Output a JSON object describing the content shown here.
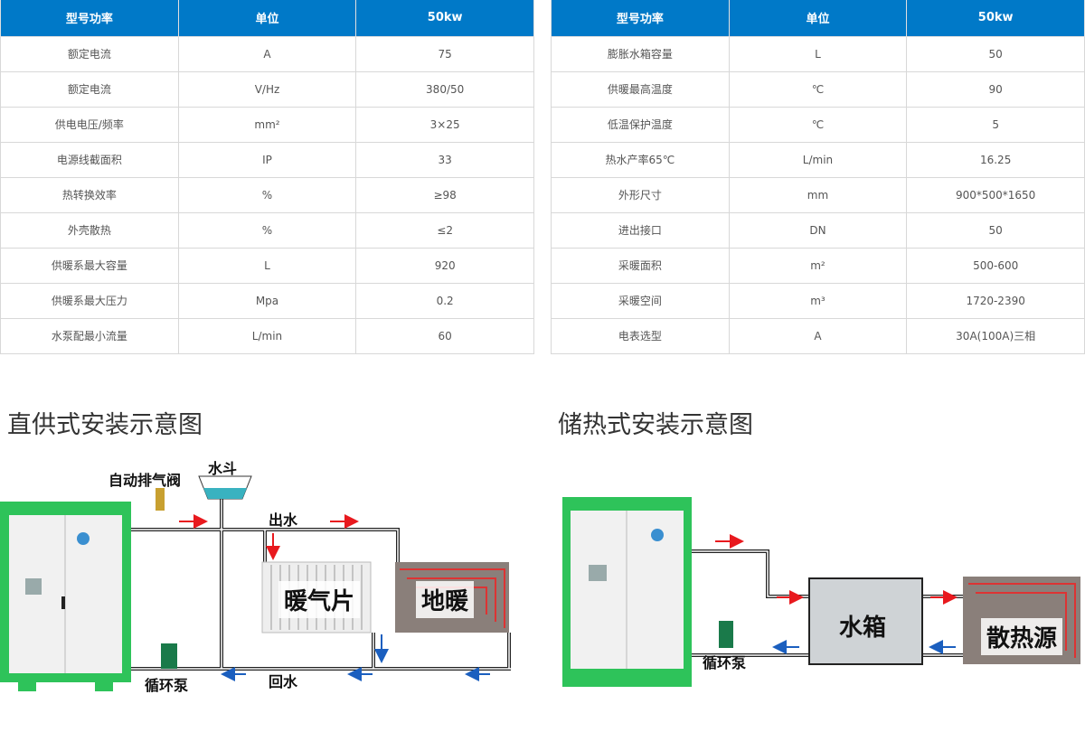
{
  "left_table": {
    "headers": [
      "型号功率",
      "单位",
      "50kw"
    ],
    "rows": [
      [
        "额定电流",
        "A",
        "75"
      ],
      [
        "额定电流",
        "V/Hz",
        "380/50"
      ],
      [
        "供电电压/频率",
        "mm²",
        "3×25"
      ],
      [
        "电源线截面积",
        "IP",
        "33"
      ],
      [
        "热转换效率",
        "%",
        "≥98"
      ],
      [
        "外壳散热",
        "%",
        "≤2"
      ],
      [
        "供暖系最大容量",
        "L",
        "920"
      ],
      [
        "供暖系最大压力",
        "Mpa",
        "0.2"
      ],
      [
        "水泵配最小流量",
        "L/min",
        "60"
      ]
    ]
  },
  "right_table": {
    "headers": [
      "型号功率",
      "单位",
      "50kw"
    ],
    "rows": [
      [
        "膨胀水箱容量",
        "L",
        "50"
      ],
      [
        "供暖最高温度",
        "℃",
        "90"
      ],
      [
        "低温保护温度",
        "℃",
        "5"
      ],
      [
        "热水产率65℃",
        "L/min",
        "16.25"
      ],
      [
        "外形尺寸",
        "mm",
        "900*500*1650"
      ],
      [
        "进出接口",
        "DN",
        "50"
      ],
      [
        "采暖面积",
        "m²",
        "500-600"
      ],
      [
        "采暖空间",
        "m³",
        "1720-2390"
      ],
      [
        "电表选型",
        "A",
        "30A(100A)三相"
      ]
    ]
  },
  "diagram_direct": {
    "title": "直供式安装示意图",
    "air_valve": "自动排气阀",
    "hopper": "水斗",
    "outlet": "出水",
    "return": "回水",
    "pump": "循环泵",
    "radiator": "暖气片",
    "floor": "地暖"
  },
  "diagram_storage": {
    "title": "储热式安装示意图",
    "pump": "循环泵",
    "tank": "水箱",
    "heat_source": "散热源"
  },
  "colors": {
    "header": "#0079c8",
    "cabinet": "#2ec35a",
    "hot": "#e8191e",
    "cold": "#1b5fbf"
  }
}
